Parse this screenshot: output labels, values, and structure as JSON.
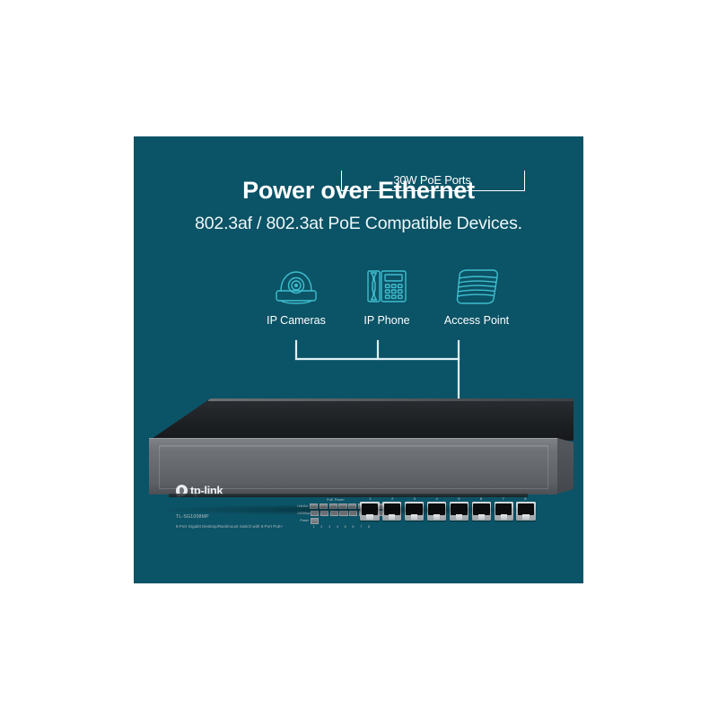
{
  "panel": {
    "background_color": "#0b5366",
    "headline": "Power over Ethernet",
    "subhead": "802.3af / 802.3at PoE Compatible Devices."
  },
  "devices": [
    {
      "icon": "dome-camera-icon",
      "label": "IP Cameras"
    },
    {
      "icon": "desk-phone-icon",
      "label": "IP Phone"
    },
    {
      "icon": "access-point-icon",
      "label": "Access Point"
    }
  ],
  "switch": {
    "brand": "tp-link",
    "model": "TL-SG1008MP",
    "description": "8-Port Gigabit Desktop/Rackmount Switch with 8-Port PoE+",
    "poe_label": "30W PoE Ports",
    "port_numbers": [
      "1",
      "2",
      "3",
      "4",
      "5",
      "6",
      "7",
      "8"
    ],
    "led_panel": {
      "title": "PoE Power",
      "rows": [
        {
          "label": "Link/Act"
        },
        {
          "label": "1000Mbps"
        },
        {
          "label": "Power"
        }
      ],
      "numbers": [
        "1",
        "2",
        "3",
        "4",
        "5",
        "6",
        "7",
        "8"
      ]
    }
  },
  "colors": {
    "panel_teal": "#0b5366",
    "icon_stroke": "#3fbfcf",
    "text_white": "#ffffff",
    "page_background": "#ffffff"
  }
}
